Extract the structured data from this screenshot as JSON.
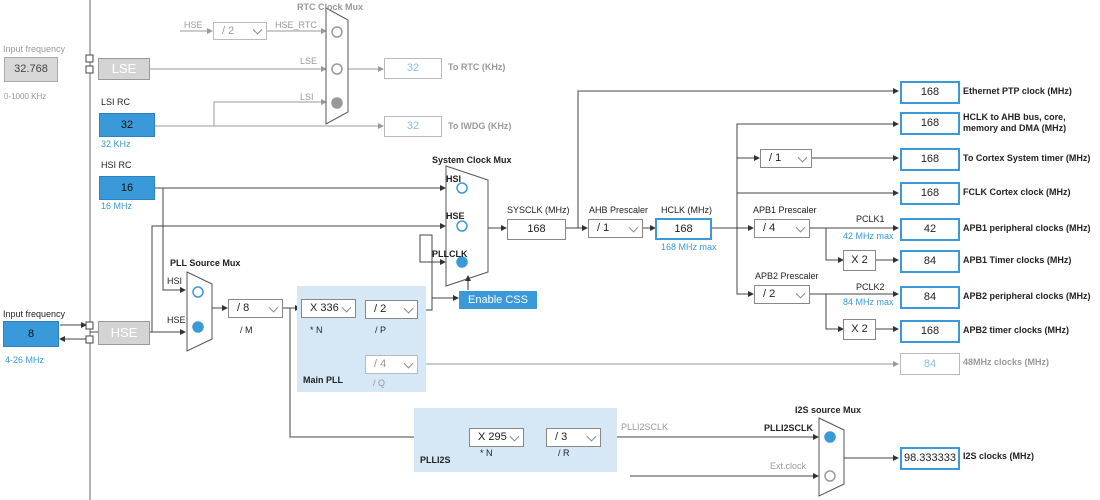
{
  "colors": {
    "accent": "#3a9ad9",
    "panel": "#d6e7f5",
    "wire": "#444444"
  },
  "rtc": {
    "title": "RTC Clock Mux",
    "hse_label": "HSE",
    "hse_div": "/ 2",
    "hse_rtc": "HSE_RTC",
    "lse_label": "LSE",
    "lsi_label": "LSI",
    "to_rtc_value": "32",
    "to_rtc_label": "To RTC (KHz)",
    "to_iwdg_value": "32",
    "to_iwdg_label": "To IWDG (KHz)"
  },
  "lse": {
    "input_label": "Input frequency",
    "value": "32.768",
    "range": "0-1000 KHz",
    "name": "LSE"
  },
  "lsi": {
    "title": "LSI RC",
    "value": "32",
    "unit": "32 KHz"
  },
  "hsi": {
    "title": "HSI RC",
    "value": "16",
    "unit": "16 MHz"
  },
  "hse": {
    "input_label": "Input frequency",
    "value": "8",
    "range": "4-26 MHz",
    "name": "HSE"
  },
  "pll_src": {
    "title": "PLL Source Mux",
    "hsi": "HSI",
    "hse": "HSE",
    "div_m": "/ 8",
    "m_label": "/ M"
  },
  "main_pll": {
    "title": "Main PLL",
    "n": "X 336",
    "n_label": "* N",
    "p": "/ 2",
    "p_label": "/ P",
    "q": "/ 4",
    "q_label": "/ Q"
  },
  "sys_mux": {
    "title": "System Clock Mux",
    "hsi": "HSI",
    "hse": "HSE",
    "pllclk": "PLLCLK",
    "enable_css": "Enable CSS"
  },
  "sysclk": {
    "label": "SYSCLK (MHz)",
    "value": "168"
  },
  "ahb": {
    "label": "AHB Prescaler",
    "value": "/ 1"
  },
  "hclk": {
    "label": "HCLK (MHz)",
    "value": "168",
    "max": "168 MHz max"
  },
  "cortex_div": "/ 1",
  "apb1": {
    "label": "APB1 Prescaler",
    "value": "/ 4",
    "pclk": "PCLK1",
    "max": "42 MHz max",
    "x2": "X 2"
  },
  "apb2": {
    "label": "APB2 Prescaler",
    "value": "/ 2",
    "pclk": "PCLK2",
    "max": "84 MHz max",
    "x2": "X 2"
  },
  "outputs": [
    {
      "value": "168",
      "label": "Ethernet PTP clock (MHz)"
    },
    {
      "value": "168",
      "label": "HCLK to AHB bus, core, memory and DMA (MHz)"
    },
    {
      "value": "168",
      "label": "To Cortex System timer (MHz)"
    },
    {
      "value": "168",
      "label": "FCLK Cortex clock (MHz)"
    },
    {
      "value": "42",
      "label": "APB1 peripheral clocks (MHz)"
    },
    {
      "value": "84",
      "label": "APB1 Timer clocks (MHz)"
    },
    {
      "value": "84",
      "label": "APB2 peripheral clocks (MHz)"
    },
    {
      "value": "168",
      "label": "APB2 timer clocks (MHz)"
    },
    {
      "value": "84",
      "label": "48MHz clocks (MHz)"
    },
    {
      "value": "98.333333",
      "label": "I2S clocks (MHz)"
    }
  ],
  "plli2s": {
    "title": "PLLI2S",
    "n": "X 295",
    "n_label": "* N",
    "r": "/ 3",
    "r_label": "/ R",
    "clk": "PLLI2SCLK"
  },
  "i2s_mux": {
    "title": "I2S source Mux",
    "plli2sclk": "PLLI2SCLK",
    "ext": "Ext.clock"
  }
}
